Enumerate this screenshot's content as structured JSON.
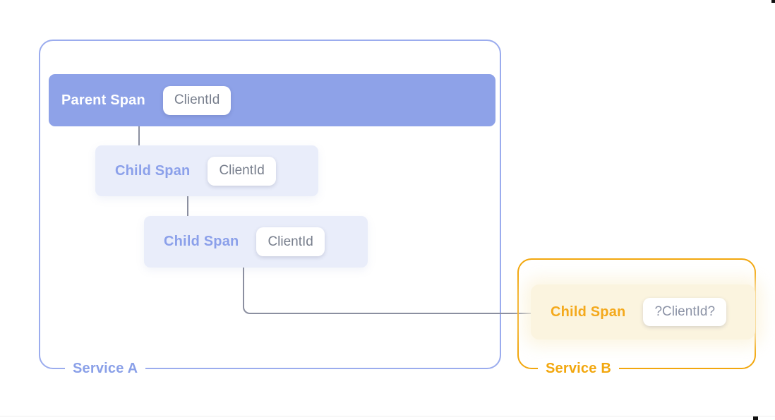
{
  "service_a": {
    "label": "Service A",
    "parent_span": {
      "label": "Parent Span",
      "badge": "ClientId"
    },
    "child_spans": [
      {
        "label": "Child Span",
        "badge": "ClientId"
      },
      {
        "label": "Child Span",
        "badge": "ClientId"
      }
    ]
  },
  "service_b": {
    "label": "Service B",
    "child_span": {
      "label": "Child Span",
      "badge": "?ClientId?"
    }
  },
  "colors": {
    "background": "#FFFFFF",
    "service_a_accent": "#8EA2E8",
    "service_a_border": "#9BACEE",
    "service_a_label_text": "#8AA0E8",
    "service_a_child_bg": "#E9EDFA",
    "service_a_child_text": "#8BA0EA",
    "service_b_accent": "#F2A70E",
    "service_b_child_bg": "#FBF4DF",
    "service_b_child_text": "#F4A91C",
    "badge_bg": "#FFFFFF",
    "badge_text": "#777E8C",
    "connector_line": "#8B8FA0"
  }
}
